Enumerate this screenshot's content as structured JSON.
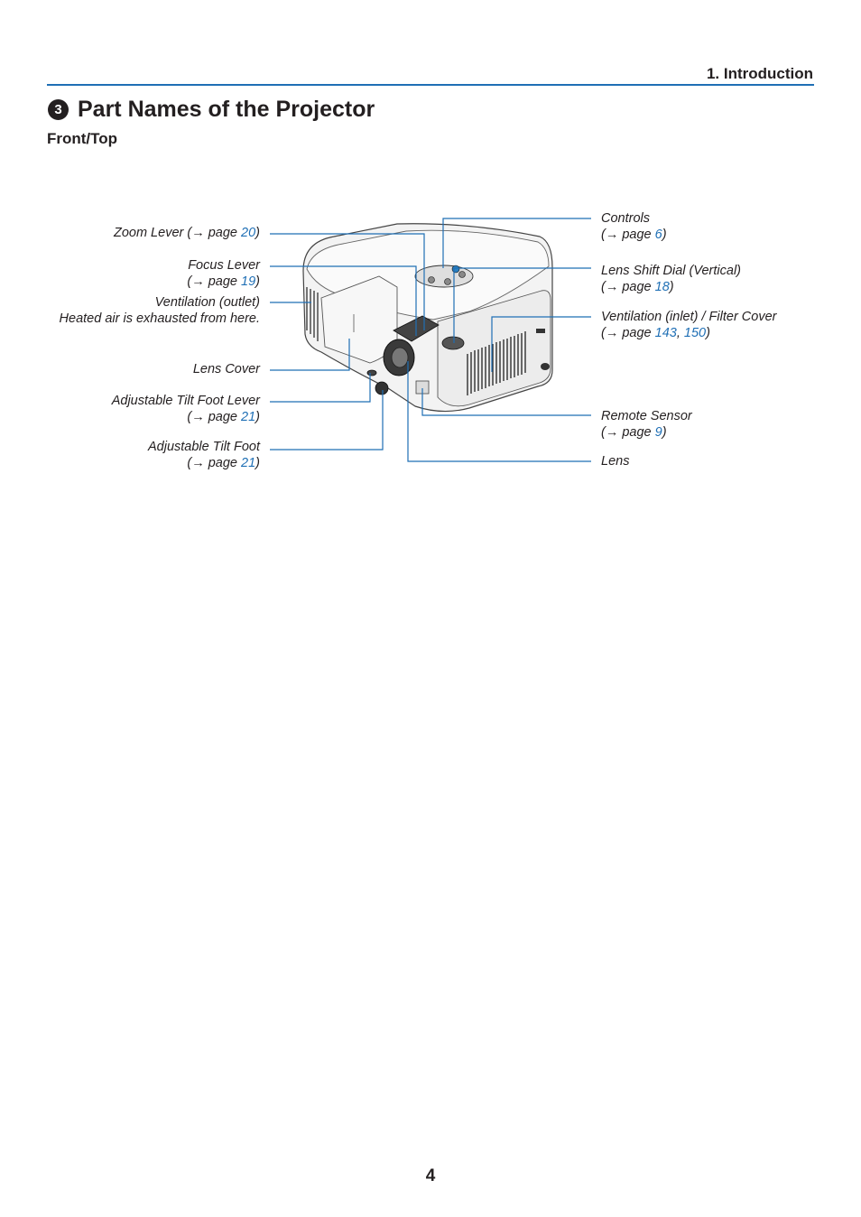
{
  "header": {
    "chapter": "1. Introduction"
  },
  "section": {
    "number": "3",
    "title": "Part Names of the Projector",
    "subtitle": "Front/Top"
  },
  "labels": {
    "zoom": {
      "text": "Zoom Lever (→ page ",
      "page": "20",
      "close": ")"
    },
    "focus": {
      "line1": "Focus Lever",
      "pre": "(→ page ",
      "page": "19",
      "close": ")"
    },
    "vent_out": {
      "line1": "Ventilation (outlet)",
      "line2": "Heated air is exhausted from here."
    },
    "lens_cover": {
      "line1": "Lens Cover"
    },
    "tilt_lever": {
      "line1": "Adjustable Tilt Foot Lever",
      "pre": "(→ page ",
      "page": "21",
      "close": ")"
    },
    "tilt_foot": {
      "line1": "Adjustable Tilt Foot",
      "pre": "(→ page ",
      "page": "21",
      "close": ")"
    },
    "controls": {
      "line1": "Controls",
      "pre": "(→ page ",
      "page": "6",
      "close": ")"
    },
    "lens_shift": {
      "line1": "Lens Shift Dial (Vertical)",
      "pre": "(→ page ",
      "page": "18",
      "close": ")"
    },
    "vent_in": {
      "line1": "Ventilation (inlet) / Filter Cover",
      "pre": "(→ page ",
      "page1": "143",
      "sep": ", ",
      "page2": "150",
      "close": ")"
    },
    "remote": {
      "line1": "Remote Sensor",
      "pre": "(→ page ",
      "page": "9",
      "close": ")"
    },
    "lens": {
      "line1": "Lens"
    }
  },
  "footer": {
    "page_number": "4"
  },
  "colors": {
    "accent": "#1f6fb5",
    "text": "#231f20"
  }
}
